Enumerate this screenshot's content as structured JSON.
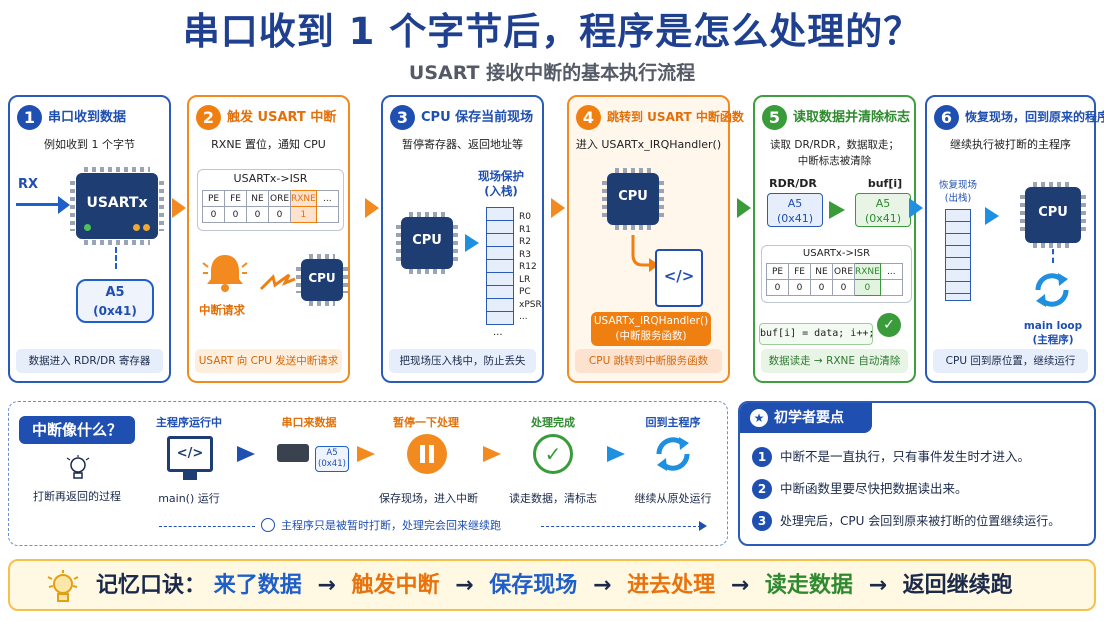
{
  "title": "串口收到 1 个字节后，程序是怎么处理的？",
  "subtitle": "USART 接收中断的基本执行流程",
  "steps": [
    {
      "num": "1",
      "title": "串口收到数据",
      "desc": "例如收到 1 个字节",
      "footer": "数据进入 RDR/DR 寄存器",
      "rx": "RX",
      "chip": "USARTx",
      "value": "A5",
      "value2": "(0x41)"
    },
    {
      "num": "2",
      "title": "触发 USART 中断",
      "desc": "RXNE 置位，通知 CPU",
      "footer": "USART 向 CPU 发送中断请求",
      "isr_title": "USARTx->ISR",
      "isr_headers": [
        "PE",
        "FE",
        "NE",
        "ORE",
        "RXNE",
        "..."
      ],
      "isr_values": [
        "0",
        "0",
        "0",
        "0",
        "1",
        ""
      ],
      "irq_label": "中断请求",
      "cpu": "CPU"
    },
    {
      "num": "3",
      "title": "CPU 保存当前现场",
      "desc": "暂停寄存器、返回地址等",
      "footer": "把现场压入栈中，防止丢失",
      "cpu": "CPU",
      "stack_title": "现场保护",
      "stack_sub": "(入栈)",
      "regs": [
        "R0",
        "R1",
        "R2",
        "R3",
        "R12",
        "LR",
        "PC",
        "xPSR",
        "..."
      ],
      "stack_dots": "..."
    },
    {
      "num": "4",
      "title": "跳转到 USART 中断函数",
      "desc": "进入 USARTx_IRQHandler()",
      "footer": "CPU 跳转到中断服务函数",
      "cpu": "CPU",
      "code_icon": "</>",
      "handler": "USARTx_IRQHandler()",
      "handler_sub": "(中断服务函数)"
    },
    {
      "num": "5",
      "title": "读取数据并清除标志",
      "desc": "读取 DR/RDR，数据取走；中断标志被清除",
      "footer": "数据读走 → RXNE 自动清除",
      "rdr_label": "RDR/DR",
      "buf_label": "buf[i]",
      "rdr_value": "A5",
      "rdr_value2": "(0x41)",
      "buf_value": "A5",
      "buf_value2": "(0x41)",
      "isr_title": "USARTx->ISR",
      "isr_headers": [
        "PE",
        "FE",
        "NE",
        "ORE",
        "RXNE",
        "..."
      ],
      "isr_values": [
        "0",
        "0",
        "0",
        "0",
        "0",
        ""
      ],
      "code": "buf[i] = data;   i++;"
    },
    {
      "num": "6",
      "title": "恢复现场，回到原来的程序",
      "desc": "继续执行被打断的主程序",
      "footer": "CPU 回到原位置，继续运行",
      "restore": "恢复现场",
      "restore_sub": "(出栈)",
      "cpu": "CPU",
      "loop": "main loop",
      "loop_sub": "(主程序)"
    }
  ],
  "analogy": {
    "title": "中断像什么？",
    "caption": "打断再返回的过程",
    "stages": [
      {
        "top": "主程序运行中",
        "bottom": "main() 运行"
      },
      {
        "top": "串口来数据",
        "bottom": "",
        "value": "A5",
        "value2": "(0x41)"
      },
      {
        "top": "暂停一下处理",
        "bottom": "保存现场，进入中断"
      },
      {
        "top": "处理完成",
        "bottom": "读走数据，清标志"
      },
      {
        "top": "回到主程序",
        "bottom": "继续从原处运行"
      }
    ],
    "note": "主程序只是被暂时打断，处理完会回来继续跑",
    "code_icon": "</>"
  },
  "tips": {
    "title": "初学者要点",
    "items": [
      {
        "num": "1",
        "text": "中断不是一直执行，只有事件发生时才进入。"
      },
      {
        "num": "2",
        "text": "中断函数里要尽快把数据读出来。"
      },
      {
        "num": "3",
        "text": "处理完后，CPU 会回到原来被打断的位置继续运行。"
      }
    ]
  },
  "mnemonic": {
    "label": "记忆口诀：",
    "parts": [
      {
        "text": "来了数据",
        "color": "#1f5fc9"
      },
      {
        "text": "触发中断",
        "color": "#e8720c"
      },
      {
        "text": "保存现场",
        "color": "#1f5fc9"
      },
      {
        "text": "进去处理",
        "color": "#e8720c"
      },
      {
        "text": "读走数据",
        "color": "#2f8a2f"
      },
      {
        "text": "返回继续跑",
        "color": "#1b2a4a"
      }
    ],
    "arrow": "→"
  },
  "colors": {
    "blue": "#1f4fb0",
    "orange": "#f07f12",
    "green": "#3a9b3a",
    "navy": "#1e3d73"
  }
}
